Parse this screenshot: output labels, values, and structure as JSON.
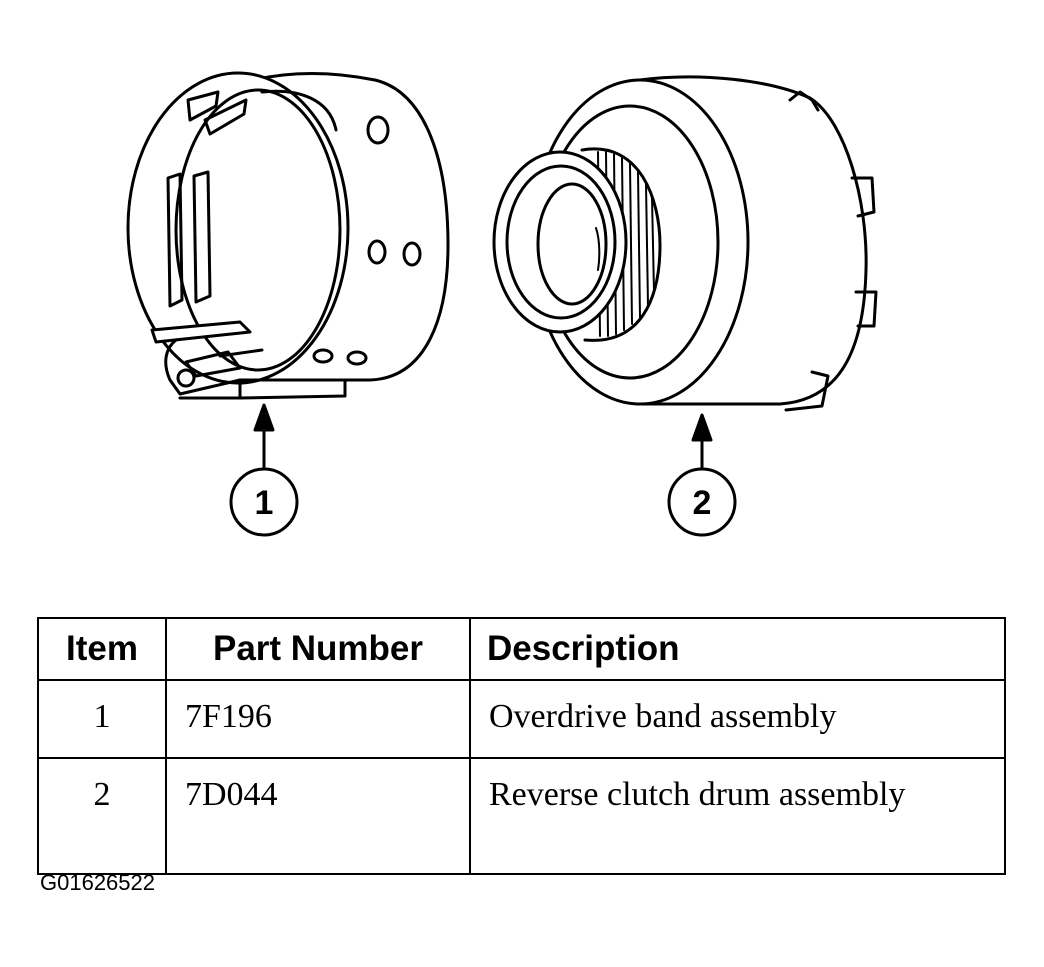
{
  "callouts": [
    "1",
    "2"
  ],
  "table": {
    "headers": {
      "item": "Item",
      "part_number": "Part Number",
      "description": "Description"
    },
    "rows": [
      {
        "item": "1",
        "part_number": "7F196",
        "description": "Overdrive band assembly"
      },
      {
        "item": "2",
        "part_number": "7D044",
        "description": "Reverse clutch drum assembly"
      }
    ]
  },
  "figure_id": "G01626522",
  "colors": {
    "ink": "#000000",
    "paper": "#ffffff"
  }
}
